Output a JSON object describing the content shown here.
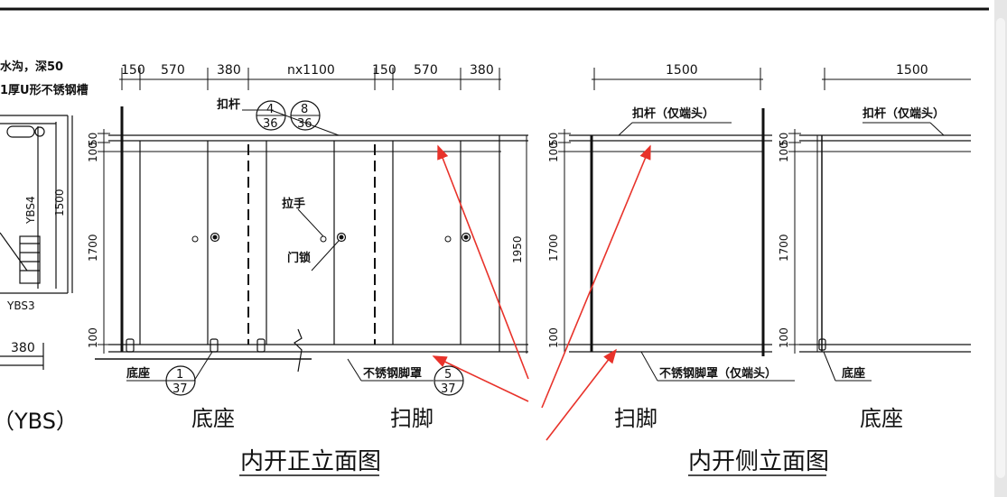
{
  "left_partial": {
    "note_line1": "水沟，深50",
    "note_line2": "1厚U形不锈钢槽",
    "label_ybs4": "YBS4",
    "label_ybs3": "YBS3",
    "dim_1500": "1500",
    "dim_380": "380",
    "caption": "（YBS）"
  },
  "front_elevation": {
    "dims_top": [
      "150",
      "570",
      "380",
      "nx1100",
      "150",
      "570",
      "380"
    ],
    "dims_left": [
      "50",
      "100",
      "1700",
      "100"
    ],
    "dim_right": "1950",
    "labels": {
      "rail": "扣杆",
      "handle": "拉手",
      "lock": "门锁",
      "base": "底座",
      "kickplate": "不锈钢脚罩"
    },
    "callouts": [
      {
        "top": "4",
        "bottom": "36"
      },
      {
        "top": "8",
        "bottom": "36"
      },
      {
        "top": "1",
        "bottom": "37"
      },
      {
        "top": "5",
        "bottom": "37"
      }
    ],
    "annotation_base": "底座",
    "annotation_kick": "扫脚",
    "title": "内开正立面图"
  },
  "side_elevation": {
    "dim_width_1": "1500",
    "dim_width_2": "1500",
    "dims_left_1": [
      "50",
      "100",
      "1700",
      "100"
    ],
    "dims_left_2": [
      "50",
      "100",
      "1700",
      "100"
    ],
    "rail_label": "扣杆（仅端头）",
    "kick_label": "不锈钢脚罩（仅端头）",
    "base_label": "底座",
    "annotation_kick": "扫脚",
    "annotation_base": "底座",
    "title": "内开侧立面图"
  },
  "colors": {
    "ink": "#111111",
    "arrow": "#e8322a",
    "scrollbar": "#e6e6e6"
  }
}
